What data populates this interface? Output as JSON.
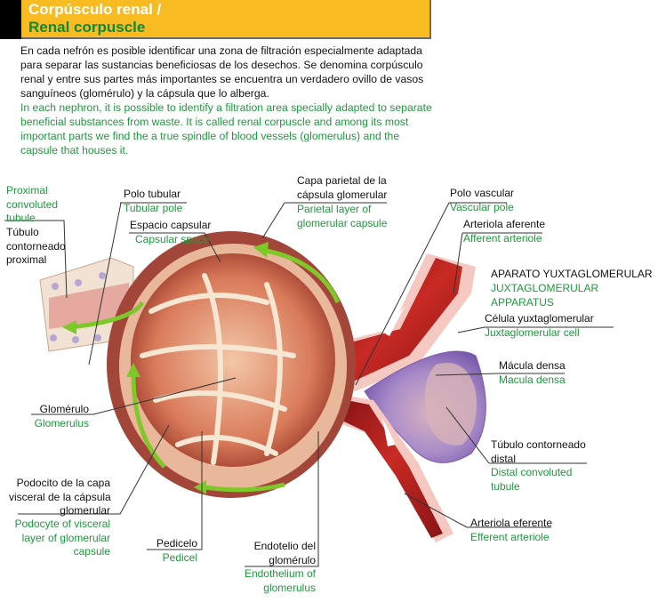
{
  "header": {
    "title_es": "Corpúsculo renal /",
    "title_en": "Renal corpuscle"
  },
  "intro": {
    "es": "En cada nefrón es posible identificar una zona de filtración especialmente adaptada para separar las sustancias beneficiosas de los desechos. Se denomina corpúsculo renal y entre sus partes más importantes se encuentra un verdadero ovillo de vasos sanguíneos (glomérulo) y la cápsula que lo alberga.",
    "en": "In each nephron, it is possible to identify a filtration area specially adapted to separate beneficial substances from waste. It is called renal corpuscle and among its most important parts we find the a true spindle of blood vessels (glomerulus) and the capsule that houses it."
  },
  "labels": {
    "proximal_tubule": {
      "en": [
        "Proximal",
        "convoluted",
        "tubule"
      ],
      "es": [
        "Túbulo",
        "contorneado",
        "proximal"
      ]
    },
    "tubular_pole": {
      "es": "Polo tubular",
      "en": "Tubular pole"
    },
    "capsular_space": {
      "es": "Espacio capsular",
      "en": "Capsular space"
    },
    "parietal_layer": {
      "es": [
        "Capa parietal de la",
        "cápsula glomerular"
      ],
      "en": [
        "Parietal layer of",
        "glomerular capsule"
      ]
    },
    "vascular_pole": {
      "es": "Polo vascular",
      "en": "Vascular pole"
    },
    "afferent_arteriole": {
      "es": "Arteriola aferente",
      "en": "Afferent arteriole"
    },
    "juxtaglomerular_apparatus": {
      "es": "APARATO YUXTAGLOMERULAR",
      "en": [
        "JUXTAGLOMERULAR",
        "APPARATUS"
      ]
    },
    "juxtaglomerular_cell": {
      "es": "Célula yuxtaglomerular",
      "en": "Juxtaglomerular cell"
    },
    "macula_densa": {
      "es": "Mácula densa",
      "en": "Macula densa"
    },
    "distal_tubule": {
      "es": [
        "Túbulo contorneado",
        "distal"
      ],
      "en": [
        "Distal convoluted",
        "tubule"
      ]
    },
    "efferent_arteriole": {
      "es": "Arteriola eferente",
      "en": "Efferent arteriole"
    },
    "glomerulus": {
      "es": "Glomérulo",
      "en": "Glomerulus"
    },
    "podocyte": {
      "es": [
        "Podocito de la capa",
        "visceral de la cápsula",
        "glomerular"
      ],
      "en": [
        "Podocyte of visceral",
        "layer of glomerular",
        "capsule"
      ]
    },
    "pedicel": {
      "es": "Pedicelo",
      "en": "Pedicel"
    },
    "endothelium": {
      "es": [
        "Endotelio del",
        "glomérulo"
      ],
      "en": [
        "Endothelium of",
        "glomerulus"
      ]
    }
  },
  "colors": {
    "header_bg": "#f9bb22",
    "header_title_en": "#0b8a3a",
    "english_text": "#1d9a3c",
    "arrow_green": "#7ec82a",
    "blood_red": "#b3201f",
    "capsule_brown": "#a2463a",
    "macula_purple": "#8c6cc0"
  }
}
